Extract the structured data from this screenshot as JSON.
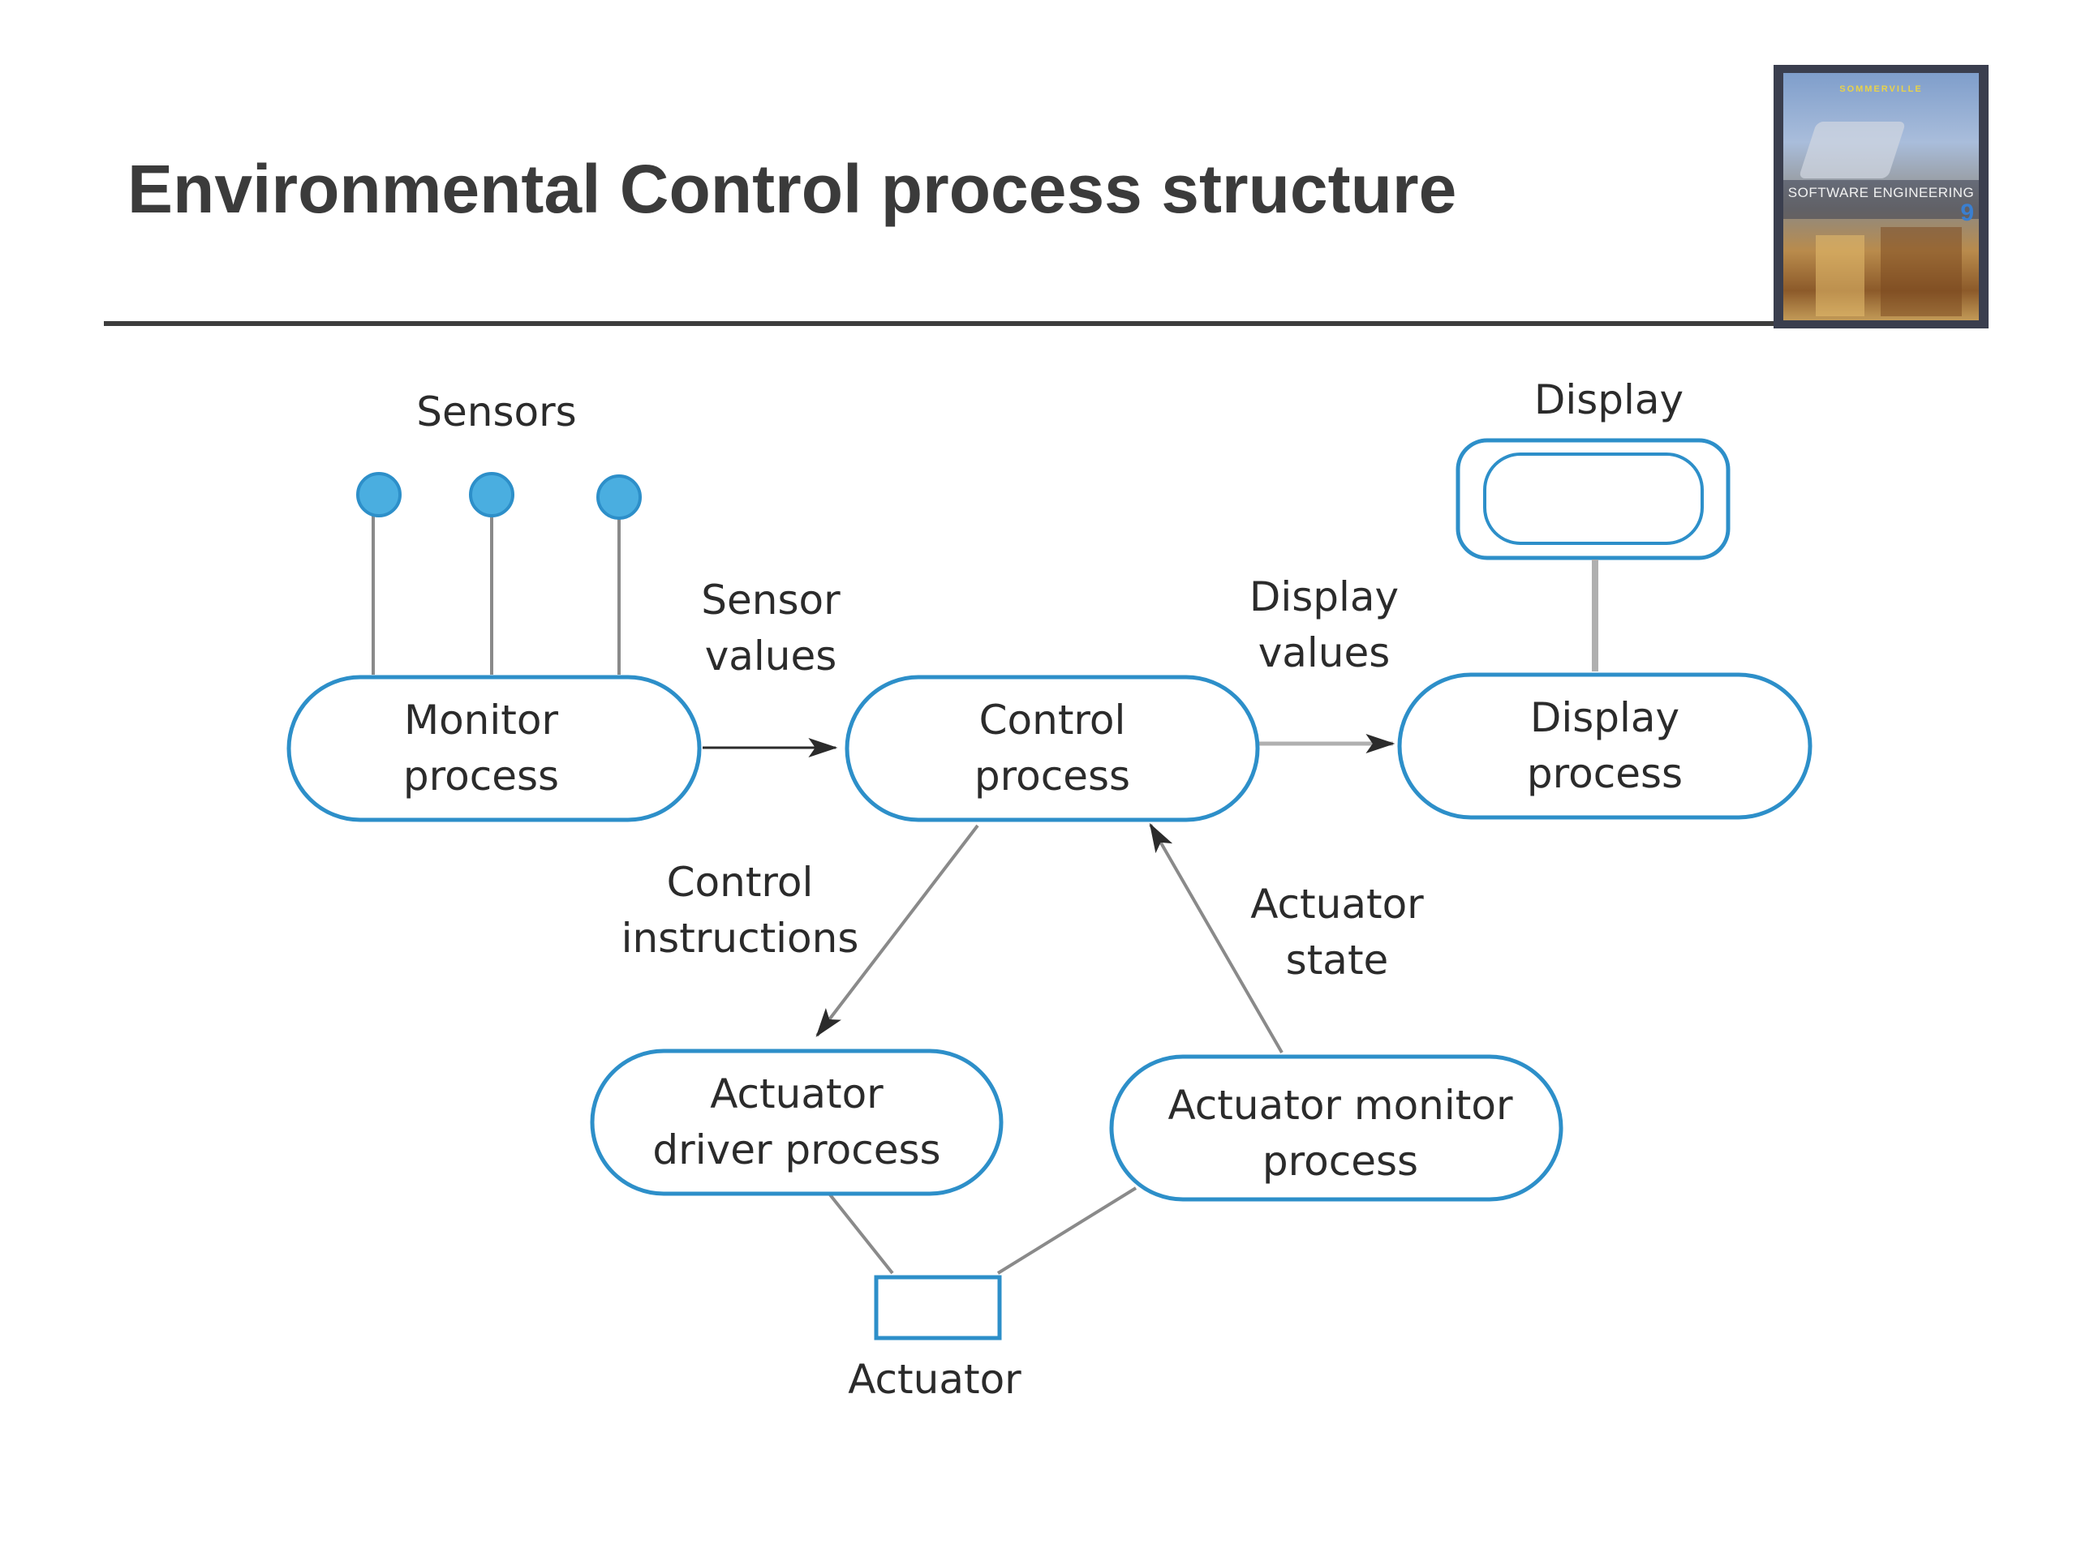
{
  "slide": {
    "title": "Environmental Control process structure"
  },
  "book": {
    "author": "SOMMERVILLE",
    "title": "SOFTWARE ENGINEERING",
    "edition": "9"
  },
  "diagram": {
    "sensors_label": "Sensors",
    "display_label": "Display",
    "actuator_label": "Actuator",
    "nodes": {
      "monitor": [
        "Monitor",
        "process"
      ],
      "control": [
        "Control",
        "process"
      ],
      "display": [
        "Display",
        "process"
      ],
      "actuator_driver": [
        "Actuator",
        "driver process"
      ],
      "actuator_monitor": [
        "Actuator monitor",
        "process"
      ]
    },
    "edges": {
      "sensor_values": [
        "Sensor",
        "values"
      ],
      "display_values": [
        "Display",
        "values"
      ],
      "control_instructions": [
        "Control",
        "instructions"
      ],
      "actuator_state": [
        "Actuator",
        "state"
      ]
    },
    "colors": {
      "node_border": "#2d8fc9",
      "sensor_fill": "#4aaee0",
      "line": "#8a8a8a",
      "arrow": "#2b2b2b",
      "text": "#2b2b2b"
    }
  }
}
